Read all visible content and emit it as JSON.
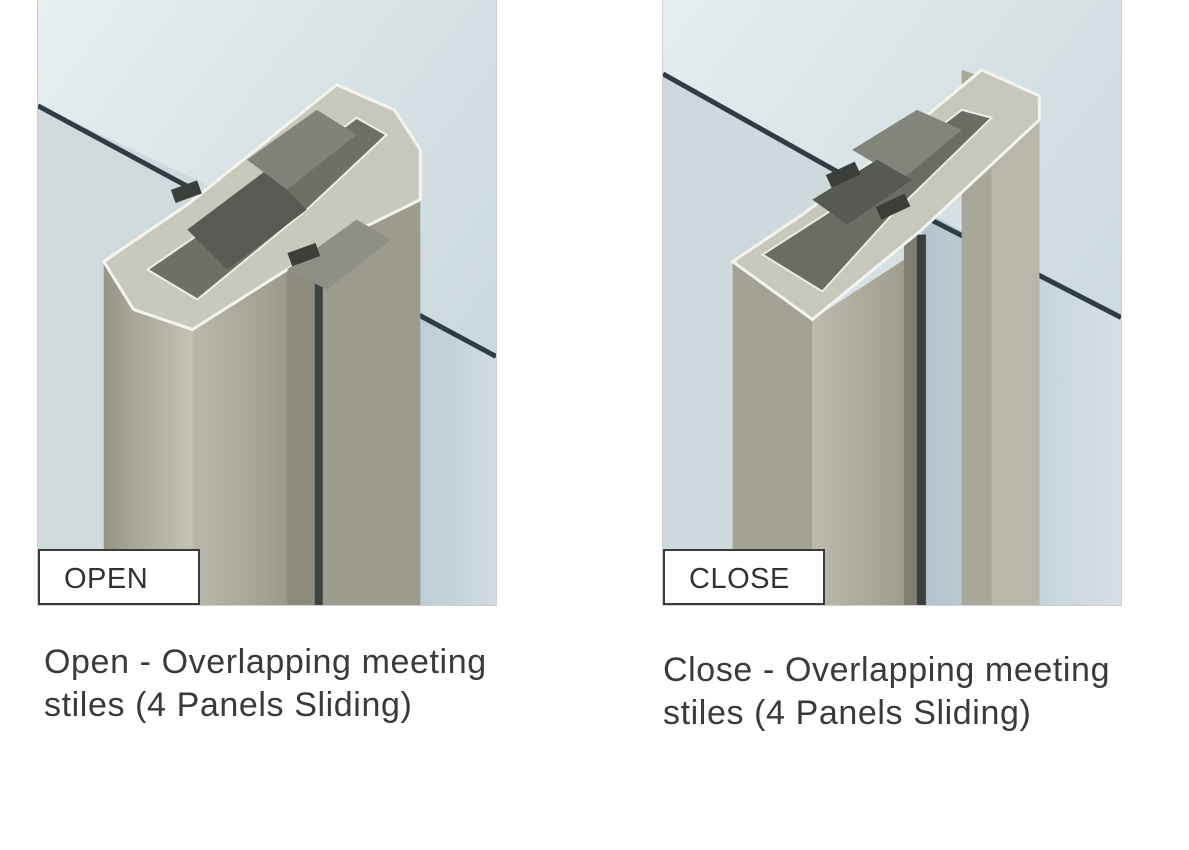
{
  "figures": [
    {
      "badge": "OPEN",
      "caption_line1": "Open - Overlapping meeting",
      "caption_line2": "stiles (4 Panels Sliding)"
    },
    {
      "badge": "CLOSE",
      "caption_line1": "Close - Overlapping meeting",
      "caption_line2": "stiles (4 Panels Sliding)"
    }
  ],
  "colors": {
    "glass": "#c9d6d9",
    "aluminium": "#a9a89b",
    "aluminium_dark": "#7f7e72",
    "badge_border": "#3a3a3a",
    "caption_text": "#3a3a3a"
  }
}
